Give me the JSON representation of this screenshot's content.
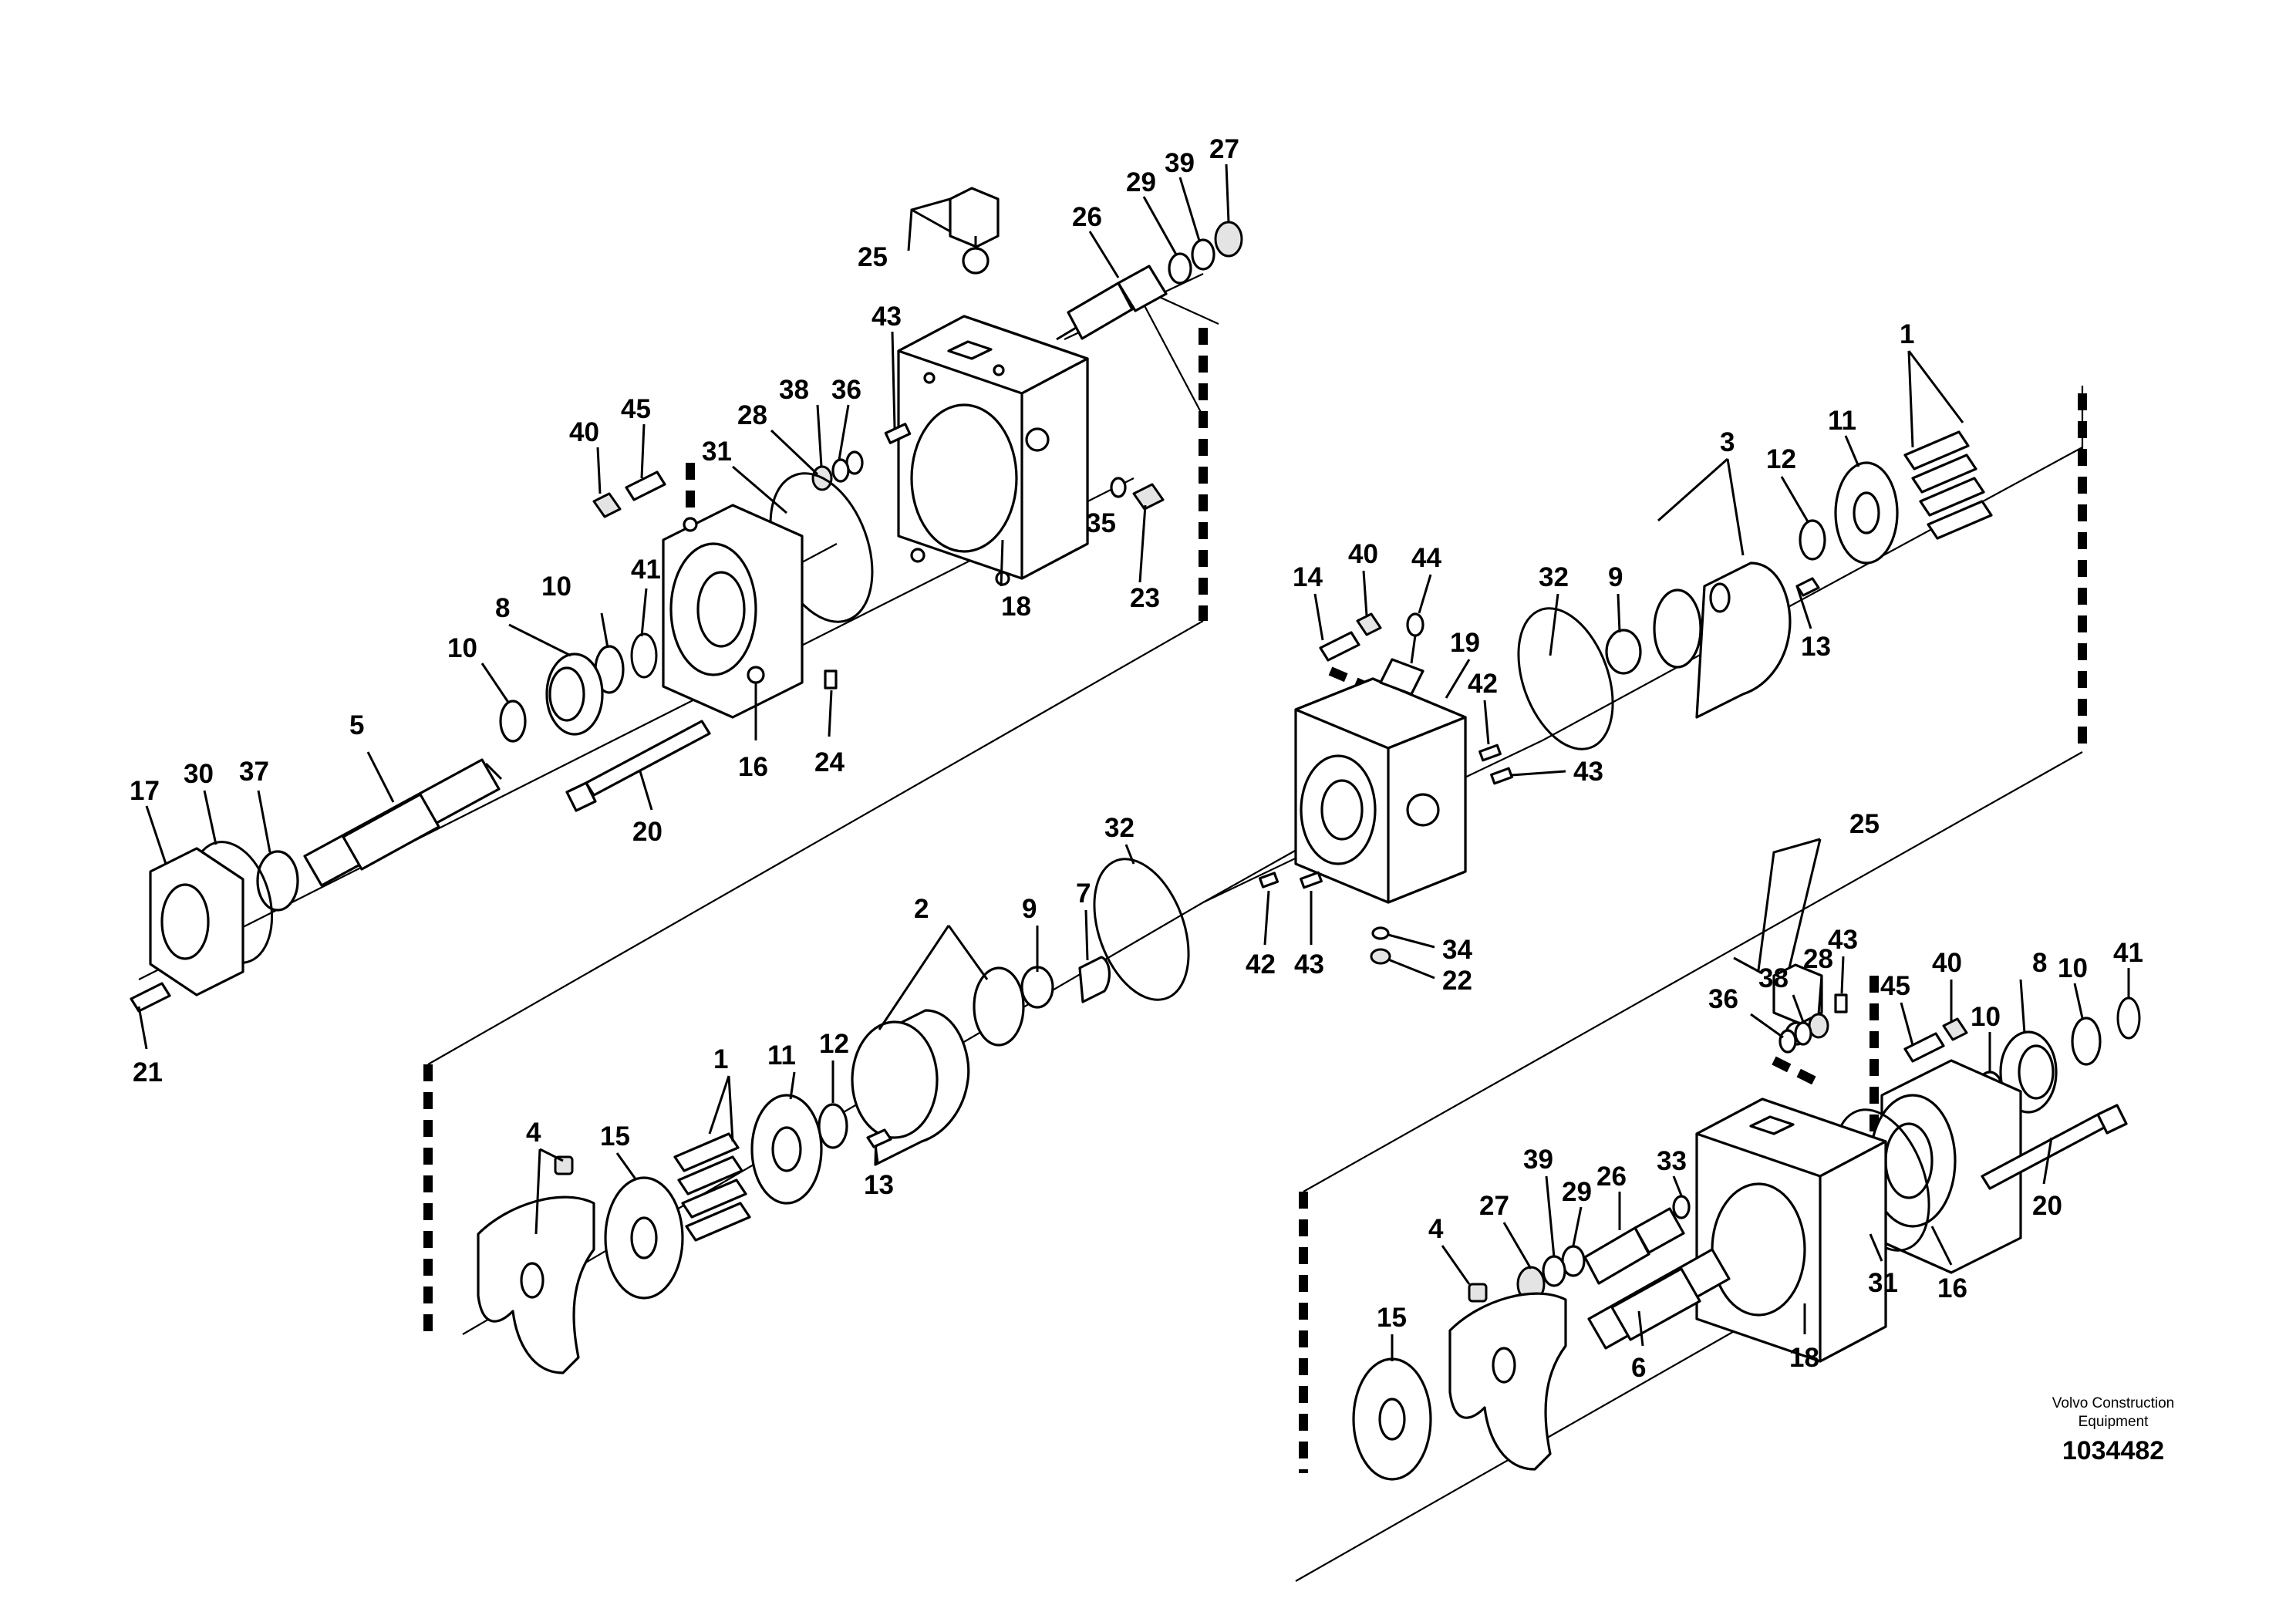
{
  "maker": {
    "line1": "Volvo Construction",
    "line2": "Equipment"
  },
  "document_number": "1034482",
  "callouts": [
    {
      "id": "c-upper-25",
      "text": "25"
    },
    {
      "id": "c-upper-26",
      "text": "26"
    },
    {
      "id": "c-upper-29",
      "text": "29"
    },
    {
      "id": "c-upper-39",
      "text": "39"
    },
    {
      "id": "c-upper-27",
      "text": "27"
    },
    {
      "id": "c-upper-43",
      "text": "43"
    },
    {
      "id": "c-upper-38",
      "text": "38"
    },
    {
      "id": "c-upper-36",
      "text": "36"
    },
    {
      "id": "c-upper-28",
      "text": "28"
    },
    {
      "id": "c-upper-40",
      "text": "40"
    },
    {
      "id": "c-upper-45",
      "text": "45"
    },
    {
      "id": "c-upper-31",
      "text": "31"
    },
    {
      "id": "c-upper-35",
      "text": "35"
    },
    {
      "id": "c-upper-23",
      "text": "23"
    },
    {
      "id": "c-upper-18",
      "text": "18"
    },
    {
      "id": "c-upper-8",
      "text": "8"
    },
    {
      "id": "c-upper-10a",
      "text": "10"
    },
    {
      "id": "c-upper-41",
      "text": "41"
    },
    {
      "id": "c-upper-10b",
      "text": "10"
    },
    {
      "id": "c-upper-5",
      "text": "5"
    },
    {
      "id": "c-upper-16",
      "text": "16"
    },
    {
      "id": "c-upper-24",
      "text": "24"
    },
    {
      "id": "c-upper-17",
      "text": "17"
    },
    {
      "id": "c-upper-30",
      "text": "30"
    },
    {
      "id": "c-upper-37",
      "text": "37"
    },
    {
      "id": "c-upper-20",
      "text": "20"
    },
    {
      "id": "c-upper-21",
      "text": "21"
    },
    {
      "id": "c-mid-1",
      "text": "1"
    },
    {
      "id": "c-mid-11",
      "text": "11"
    },
    {
      "id": "c-mid-3",
      "text": "3"
    },
    {
      "id": "c-mid-12",
      "text": "12"
    },
    {
      "id": "c-mid-13",
      "text": "13"
    },
    {
      "id": "c-mid-40",
      "text": "40"
    },
    {
      "id": "c-mid-44",
      "text": "44"
    },
    {
      "id": "c-mid-14",
      "text": "14"
    },
    {
      "id": "c-mid-32a",
      "text": "32"
    },
    {
      "id": "c-mid-9a",
      "text": "9"
    },
    {
      "id": "c-mid-19",
      "text": "19"
    },
    {
      "id": "c-mid-42a",
      "text": "42"
    },
    {
      "id": "c-mid-43a",
      "text": "43"
    },
    {
      "id": "c-mid-32b",
      "text": "32"
    },
    {
      "id": "c-mid-2",
      "text": "2"
    },
    {
      "id": "c-mid-9b",
      "text": "9"
    },
    {
      "id": "c-mid-7",
      "text": "7"
    },
    {
      "id": "c-mid-42b",
      "text": "42"
    },
    {
      "id": "c-mid-43b",
      "text": "43"
    },
    {
      "id": "c-mid-34",
      "text": "34"
    },
    {
      "id": "c-mid-22",
      "text": "22"
    },
    {
      "id": "c-low-1",
      "text": "1"
    },
    {
      "id": "c-low-11",
      "text": "11"
    },
    {
      "id": "c-low-12",
      "text": "12"
    },
    {
      "id": "c-low-13",
      "text": "13"
    },
    {
      "id": "c-low-4a",
      "text": "4"
    },
    {
      "id": "c-low-15a",
      "text": "15"
    },
    {
      "id": "c-r-25",
      "text": "25"
    },
    {
      "id": "c-r-43",
      "text": "43"
    },
    {
      "id": "c-r-28",
      "text": "28"
    },
    {
      "id": "c-r-38",
      "text": "38"
    },
    {
      "id": "c-r-36",
      "text": "36"
    },
    {
      "id": "c-r-45",
      "text": "45"
    },
    {
      "id": "c-r-40",
      "text": "40"
    },
    {
      "id": "c-r-8",
      "text": "8"
    },
    {
      "id": "c-r-10a",
      "text": "10"
    },
    {
      "id": "c-r-41",
      "text": "41"
    },
    {
      "id": "c-r-10b",
      "text": "10"
    },
    {
      "id": "c-r-39",
      "text": "39"
    },
    {
      "id": "c-r-29",
      "text": "29"
    },
    {
      "id": "c-r-26",
      "text": "26"
    },
    {
      "id": "c-r-33",
      "text": "33"
    },
    {
      "id": "c-r-27",
      "text": "27"
    },
    {
      "id": "c-r-20",
      "text": "20"
    },
    {
      "id": "c-r-31",
      "text": "31"
    },
    {
      "id": "c-r-16",
      "text": "16"
    },
    {
      "id": "c-r-4",
      "text": "4"
    },
    {
      "id": "c-r-15",
      "text": "15"
    },
    {
      "id": "c-r-6",
      "text": "6"
    },
    {
      "id": "c-r-18",
      "text": "18"
    }
  ]
}
